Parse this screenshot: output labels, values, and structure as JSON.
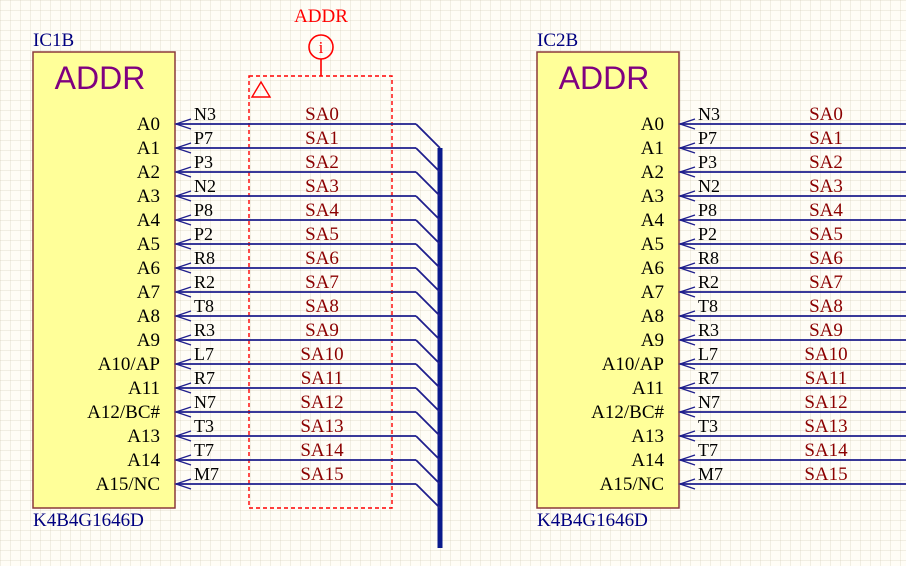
{
  "colors": {
    "ic_fill": "#ffff99",
    "ic_border": "#8b3a3a",
    "wire": "#1e1e8c",
    "net_label": "#8b0000",
    "component_text": "#000080",
    "title_text": "#800080",
    "directive": "#ff0000",
    "bus": "#0a1a8c"
  },
  "directive": {
    "label": "ADDR",
    "icon_glyph": "i"
  },
  "components": [
    {
      "designator": "IC1B",
      "title": "ADDR",
      "part_number": "K4B4G1646D",
      "pins": [
        {
          "name": "A0",
          "number": "N3",
          "net": "SA0"
        },
        {
          "name": "A1",
          "number": "P7",
          "net": "SA1"
        },
        {
          "name": "A2",
          "number": "P3",
          "net": "SA2"
        },
        {
          "name": "A3",
          "number": "N2",
          "net": "SA3"
        },
        {
          "name": "A4",
          "number": "P8",
          "net": "SA4"
        },
        {
          "name": "A5",
          "number": "P2",
          "net": "SA5"
        },
        {
          "name": "A6",
          "number": "R8",
          "net": "SA6"
        },
        {
          "name": "A7",
          "number": "R2",
          "net": "SA7"
        },
        {
          "name": "A8",
          "number": "T8",
          "net": "SA8"
        },
        {
          "name": "A9",
          "number": "R3",
          "net": "SA9"
        },
        {
          "name": "A10/AP",
          "number": "L7",
          "net": "SA10"
        },
        {
          "name": "A11",
          "number": "R7",
          "net": "SA11"
        },
        {
          "name": "A12/BC#",
          "number": "N7",
          "net": "SA12"
        },
        {
          "name": "A13",
          "number": "T3",
          "net": "SA13"
        },
        {
          "name": "A14",
          "number": "T7",
          "net": "SA14"
        },
        {
          "name": "A15/NC",
          "number": "M7",
          "net": "SA15"
        }
      ]
    },
    {
      "designator": "IC2B",
      "title": "ADDR",
      "part_number": "K4B4G1646D",
      "pins": [
        {
          "name": "A0",
          "number": "N3",
          "net": "SA0"
        },
        {
          "name": "A1",
          "number": "P7",
          "net": "SA1"
        },
        {
          "name": "A2",
          "number": "P3",
          "net": "SA2"
        },
        {
          "name": "A3",
          "number": "N2",
          "net": "SA3"
        },
        {
          "name": "A4",
          "number": "P8",
          "net": "SA4"
        },
        {
          "name": "A5",
          "number": "P2",
          "net": "SA5"
        },
        {
          "name": "A6",
          "number": "R8",
          "net": "SA6"
        },
        {
          "name": "A7",
          "number": "R2",
          "net": "SA7"
        },
        {
          "name": "A8",
          "number": "T8",
          "net": "SA8"
        },
        {
          "name": "A9",
          "number": "R3",
          "net": "SA9"
        },
        {
          "name": "A10/AP",
          "number": "L7",
          "net": "SA10"
        },
        {
          "name": "A11",
          "number": "R7",
          "net": "SA11"
        },
        {
          "name": "A12/BC#",
          "number": "N7",
          "net": "SA12"
        },
        {
          "name": "A13",
          "number": "T3",
          "net": "SA13"
        },
        {
          "name": "A14",
          "number": "T7",
          "net": "SA14"
        },
        {
          "name": "A15/NC",
          "number": "M7",
          "net": "SA15"
        }
      ]
    }
  ]
}
